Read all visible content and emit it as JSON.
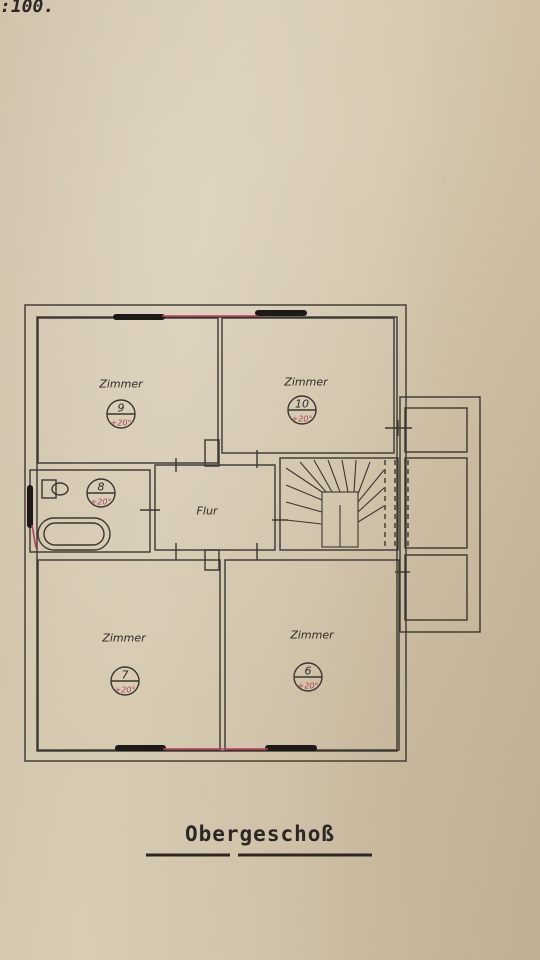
{
  "scale_fragment": ":100.",
  "floor_title": "Obergeschoß",
  "rooms": [
    {
      "id": "room-9",
      "label": "Zimmer",
      "number": "9",
      "temp": "+20°"
    },
    {
      "id": "room-10",
      "label": "Zimmer",
      "number": "10",
      "temp": "+20°"
    },
    {
      "id": "room-8",
      "label": "",
      "number": "8",
      "temp": "+20°"
    },
    {
      "id": "room-flur",
      "label": "Flur",
      "number": "",
      "temp": ""
    },
    {
      "id": "room-7",
      "label": "Zimmer",
      "number": "7",
      "temp": "+20°"
    },
    {
      "id": "room-6",
      "label": "Zimmer",
      "number": "6",
      "temp": "+20°"
    }
  ],
  "colors": {
    "ink": "#3a3631",
    "red_ink": "#c0405f",
    "paper": "#d6c9b0"
  }
}
